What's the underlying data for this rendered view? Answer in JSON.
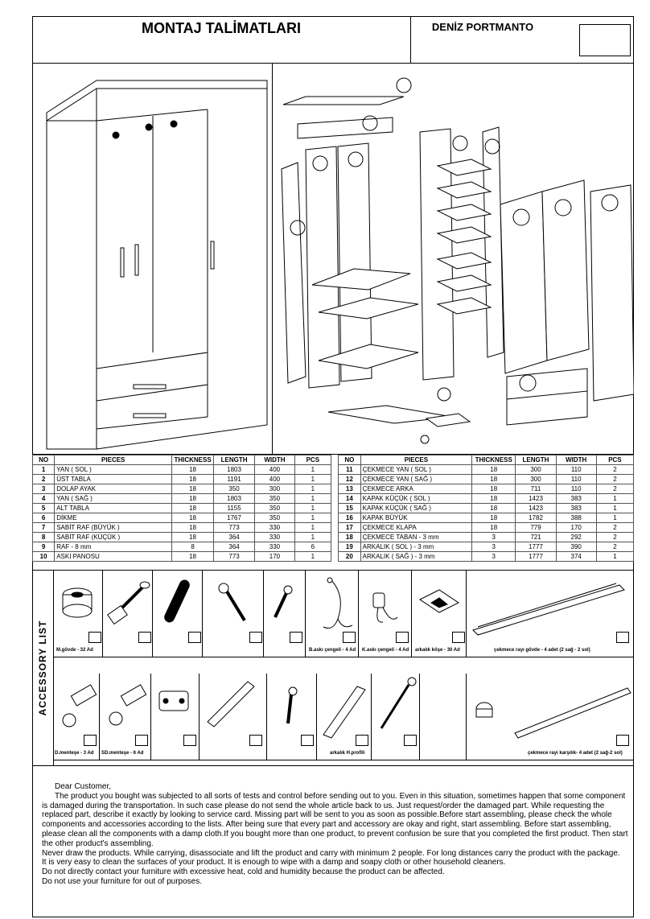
{
  "header": {
    "title": "MONTAJ TALİMATLARI",
    "model": "DENİZ PORTMANTO"
  },
  "table": {
    "columns": [
      "NO",
      "PIECES",
      "THICKNESS",
      "LENGTH",
      "WIDTH",
      "PCS"
    ],
    "left_rows": [
      [
        "1",
        "YAN ( SOL )",
        "18",
        "1803",
        "400",
        "1"
      ],
      [
        "2",
        "ÜST TABLA",
        "18",
        "1191",
        "400",
        "1"
      ],
      [
        "3",
        "DOLAP AYAK",
        "18",
        "350",
        "300",
        "1"
      ],
      [
        "4",
        "YAN ( SAĞ )",
        "18",
        "1803",
        "350",
        "1"
      ],
      [
        "5",
        "ALT TABLA",
        "18",
        "1155",
        "350",
        "1"
      ],
      [
        "6",
        "DİKME",
        "18",
        "1767",
        "350",
        "1"
      ],
      [
        "7",
        "SABİT RAF (BÜYÜK )",
        "18",
        "773",
        "330",
        "1"
      ],
      [
        "8",
        "SABİT RAF (KÜÇÜK )",
        "18",
        "364",
        "330",
        "1"
      ],
      [
        "9",
        "RAF - 8 mm",
        "8",
        "364",
        "330",
        "6"
      ],
      [
        "10",
        "ASKI PANOSU",
        "18",
        "773",
        "170",
        "1"
      ]
    ],
    "right_rows": [
      [
        "11",
        "ÇEKMECE YAN ( SOL )",
        "18",
        "300",
        "110",
        "2"
      ],
      [
        "12",
        "ÇEKMECE YAN ( SAĞ )",
        "18",
        "300",
        "110",
        "2"
      ],
      [
        "13",
        "ÇEKMECE ARKA",
        "18",
        "711",
        "110",
        "2"
      ],
      [
        "14",
        "KAPAK KÜÇÜK ( SOL )",
        "18",
        "1423",
        "383",
        "1"
      ],
      [
        "15",
        "KAPAK KÜÇÜK ( SAĞ )",
        "18",
        "1423",
        "383",
        "1"
      ],
      [
        "16",
        "KAPAK BÜYÜK",
        "18",
        "1782",
        "388",
        "1"
      ],
      [
        "17",
        "ÇEKMECE KLAPA",
        "18",
        "779",
        "170",
        "2"
      ],
      [
        "18",
        "ÇEKMECE TABAN - 3 mm",
        "3",
        "721",
        "292",
        "2"
      ],
      [
        "19",
        "ARKALIK ( SOL ) - 3 mm",
        "3",
        "1777",
        "390",
        "2"
      ],
      [
        "20",
        "ARKALIK ( SAĞ ) - 3 mm",
        "3",
        "1777",
        "374",
        "1"
      ]
    ]
  },
  "accessories": {
    "label": "ACCESSORY LIST",
    "row1_captions": {
      "m_govde": "M.gövde - 32 Ad",
      "aski_cengeli_b": "B.askı çengeli - 4 Ad",
      "aski_cengeli_k": "K.askı çengeli - 4 Ad",
      "arkalik_kose": "arkalık köşe - 30 Ad",
      "cekmece_rayi_govde": "çekmece rayı gövde - 4 adet (2 sağ - 2 sol)"
    },
    "row2_captions": {
      "d_mentese": "D.menteşe - 3 Ad",
      "sd_mentese": "SD.menteşe - 6 Ad",
      "arkalik_profil": "arkalık H.profili",
      "cekmece_rayi_karsilik": "çekmece rayı karşılık- 4 adet (2 sağ-2 sol)"
    }
  },
  "letter": {
    "salutation": "Dear Customer,",
    "paragraphs": [
      "The product you bought was subjected to all sorts of tests and control before sending out to you. Even in this situation, sometimes happen that some component is damaged during the transportation. In such case please do not send the whole article back to us. Just request/order the damaged part. While requesting the replaced part, describe it exactly by looking to service card. Missing part will be sent to you as soon as possible.Before start assembling, please check the whole components and accessories according to the lists. After being sure that every part and accessory are okay and right, start assembling. Before start assembling, please clean all the components with a damp cloth.If you bought more than one product, to prevent confusion be sure that you completed the first product. Then start the other product's assembling.",
      "Never draw the products. While carrying, disassociate and lift the product and carry with minimum 2 people. For long distances carry the product with the package.",
      "It is very easy to clean the surfaces of your product. It is enough to wipe with a damp and soapy cloth or other household cleaners.",
      "Do not directly contact your furniture with excessive heat, cold and humidity because the product can be affected.",
      "Do not use your furniture for out of purposes."
    ]
  }
}
